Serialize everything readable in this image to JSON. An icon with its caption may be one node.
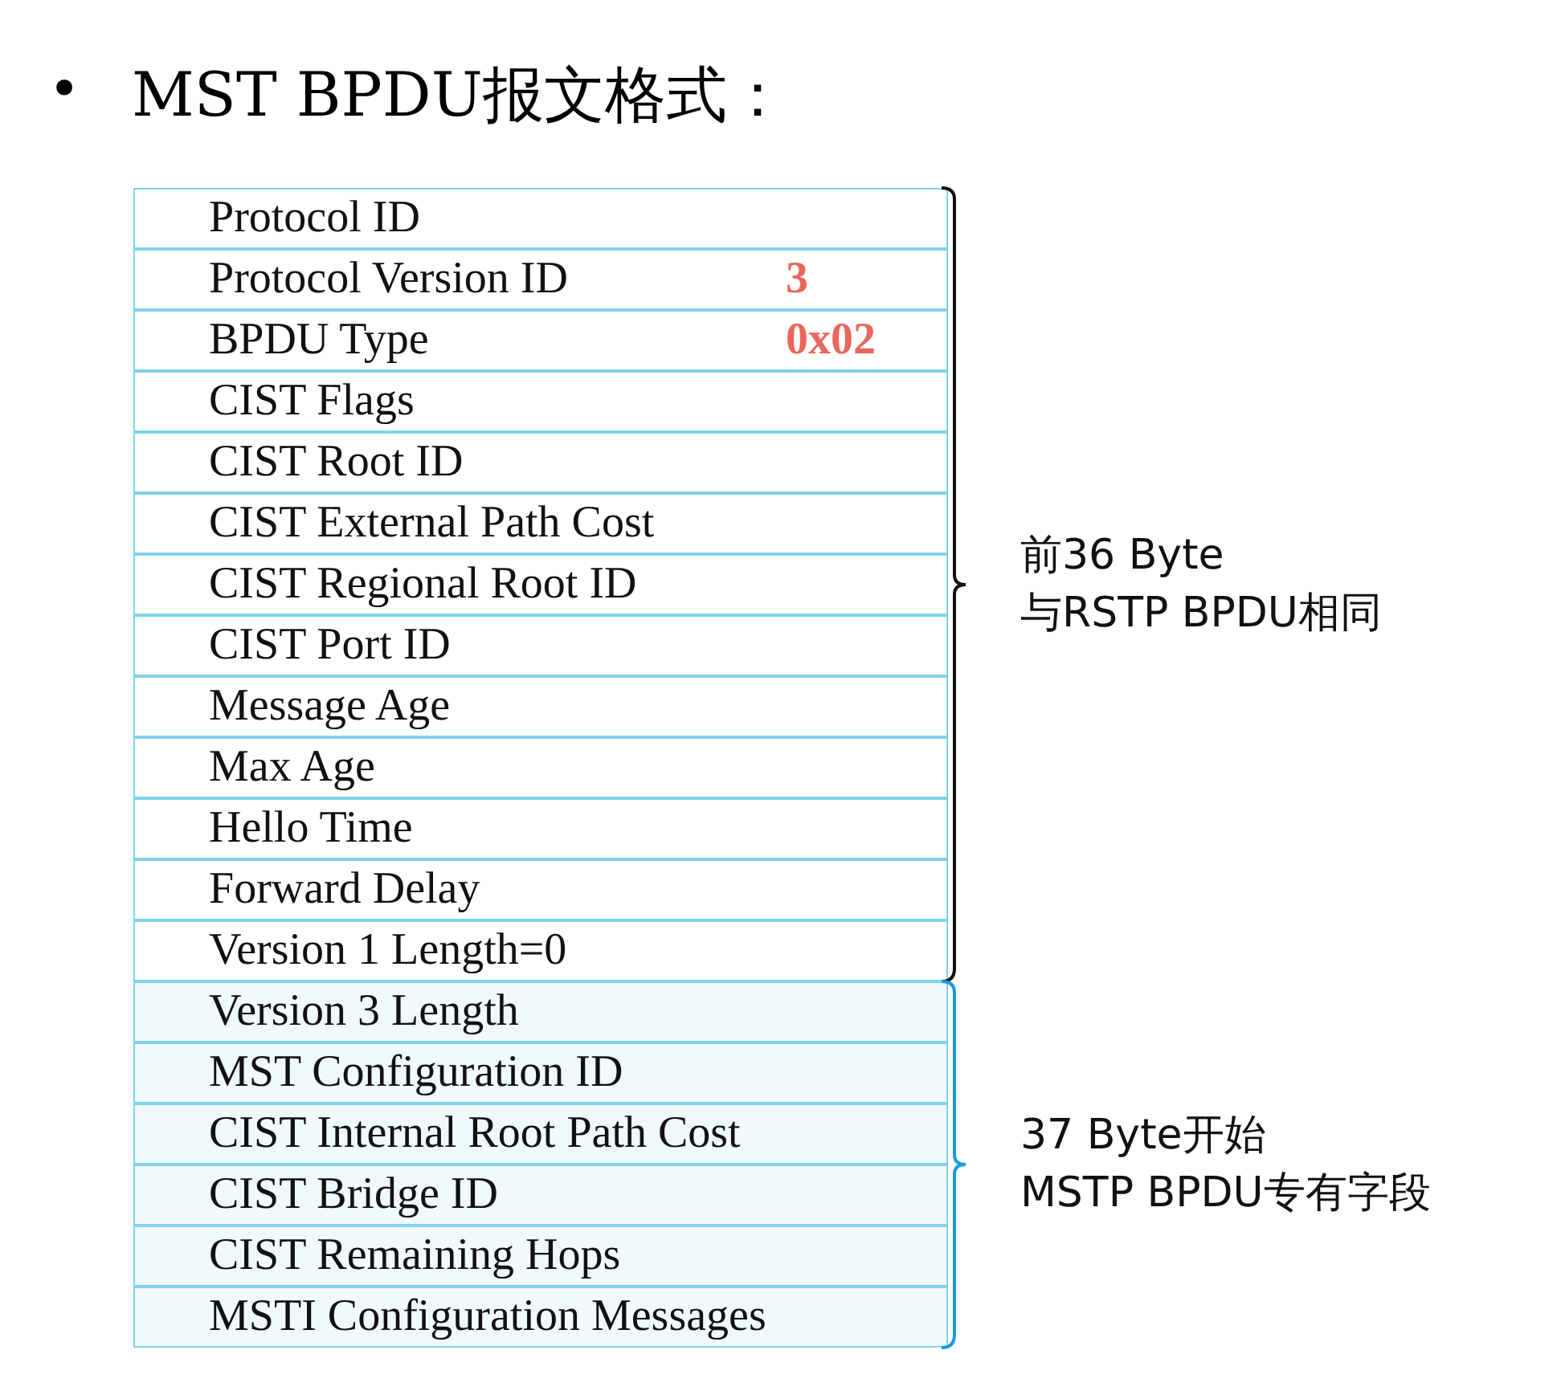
{
  "diagram": {
    "title": "MST BPDU报文格式：",
    "nodes": [
      {
        "text": [],
        "shape": "box",
        "beside": [
          "前36 Byte",
          "与RSTP BPDU相同"
        ]
      },
      {
        "text": [
          "Protocol ID"
        ],
        "in": 0
      },
      {
        "text": [
          "Protocol Version ID",
          "3"
        ],
        "in": 0
      },
      {
        "text": [
          "BPDU Type",
          "0x02"
        ],
        "in": 0
      },
      {
        "text": [
          "CIST Flags"
        ],
        "in": 0
      },
      {
        "text": [
          "CIST Root ID"
        ],
        "in": 0
      },
      {
        "text": [
          "CIST External Path Cost"
        ],
        "in": 0
      },
      {
        "text": [
          "CIST Regional Root ID"
        ],
        "in": 0
      },
      {
        "text": [
          "CIST Port ID"
        ],
        "in": 0
      },
      {
        "text": [
          "Message Age"
        ],
        "in": 0
      },
      {
        "text": [
          "Max Age"
        ],
        "in": 0
      },
      {
        "text": [
          "Hello Time"
        ],
        "in": 0
      },
      {
        "text": [
          "Forward Delay"
        ],
        "in": 0
      },
      {
        "text": [
          "Version 1 Length=0"
        ],
        "in": 0
      },
      {
        "text": [],
        "shape": "box",
        "beside": [
          "37 Byte开始",
          "MSTP BPDU专有字段"
        ]
      },
      {
        "text": [
          "Version 3 Length"
        ],
        "in": 14
      },
      {
        "text": [
          "MST Configuration ID"
        ],
        "in": 14
      },
      {
        "text": [
          "CIST Internal Root Path Cost"
        ],
        "in": 14
      },
      {
        "text": [
          "CIST Bridge ID"
        ],
        "in": 14
      },
      {
        "text": [
          "CIST Remaining Hops"
        ],
        "in": 14
      },
      {
        "text": [
          "MSTI Configuration Messages"
        ],
        "in": 14
      }
    ],
    "labels": [
      "•"
    ]
  }
}
